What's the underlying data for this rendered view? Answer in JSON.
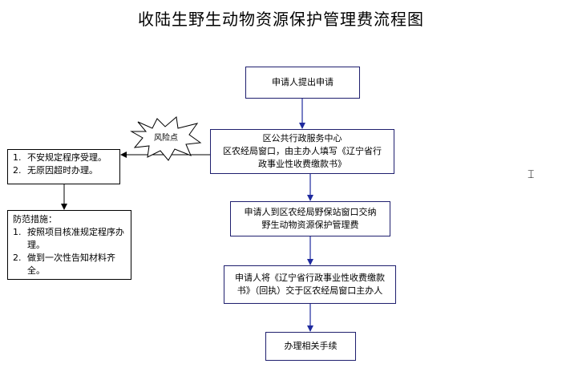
{
  "title": "收陆生野生动物资源保护管理费流程图",
  "steps": [
    {
      "lines": [
        "申请人提出申请"
      ]
    },
    {
      "lines": [
        "区公共行政服务中心",
        "区农经局窗口，由主办人填写《辽宁省行",
        "政事业性收费缴款书》"
      ]
    },
    {
      "lines": [
        "申请人到区农经局野保站窗口交纳",
        "野生动物资源保护管理费"
      ]
    },
    {
      "lines": [
        "申请人将《辽宁省行政事业性收费缴款",
        "书》（回执）交于区农经局窗口主办人"
      ]
    },
    {
      "lines": [
        "办理相关手续"
      ]
    }
  ],
  "risk_label": "风险点",
  "risks": {
    "items": [
      {
        "num": "1.",
        "text": "不安规定程序受理。"
      },
      {
        "num": "2.",
        "text": "无原因超时办理。"
      }
    ]
  },
  "prevention": {
    "heading": "防范措施：",
    "items": [
      {
        "num": "1.",
        "text": "按照项目核准规定程序办理。"
      },
      {
        "num": "2.",
        "text": "做到一次性告知材料齐全。"
      }
    ]
  }
}
